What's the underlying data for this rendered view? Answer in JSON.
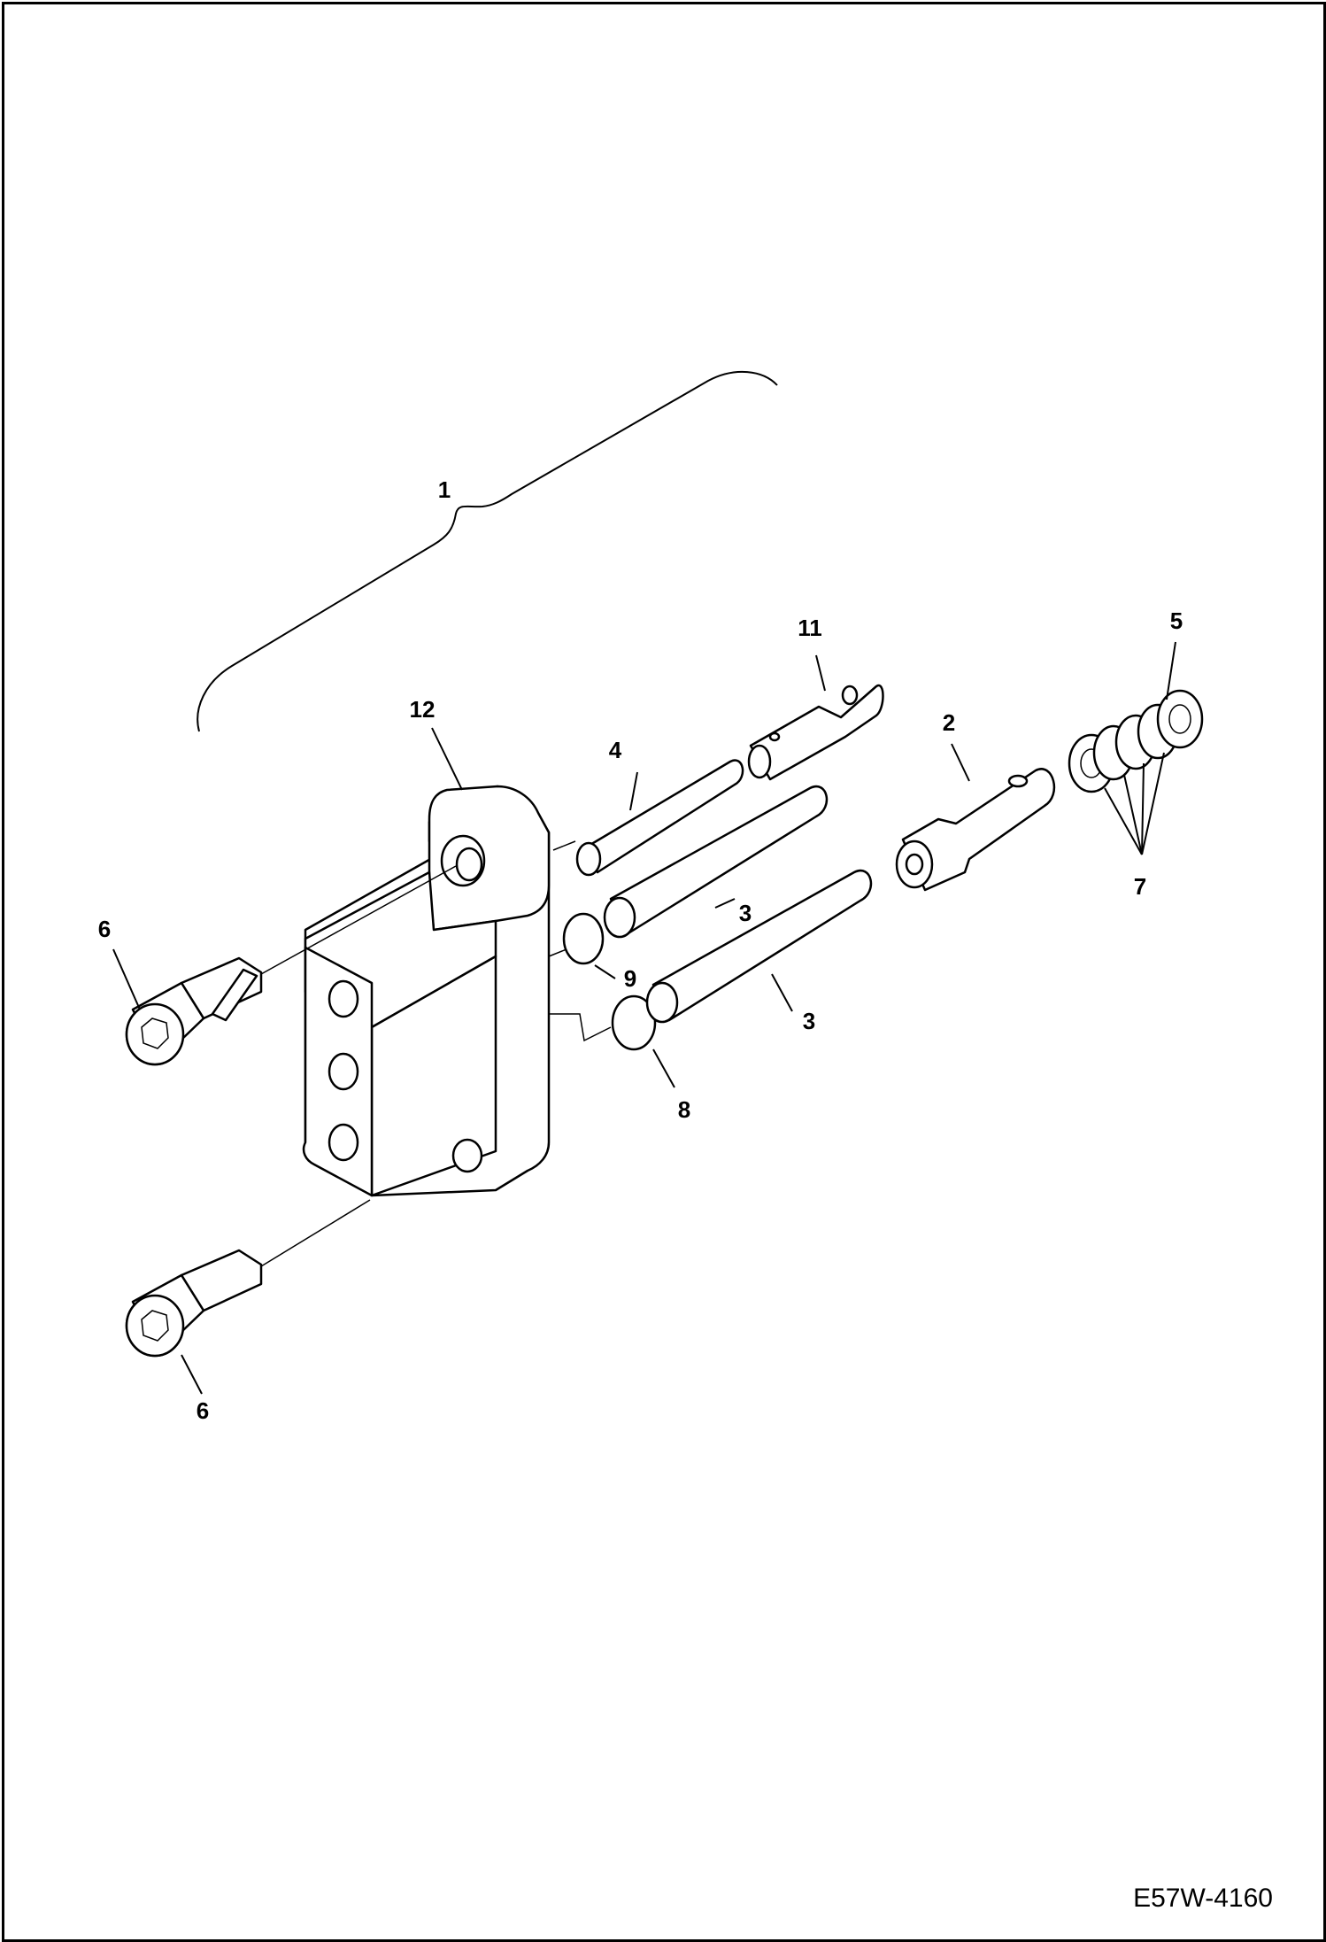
{
  "callouts": {
    "c1": "1",
    "c2": "2",
    "c3a": "3",
    "c3b": "3",
    "c4": "4",
    "c5": "5",
    "c6a": "6",
    "c6b": "6",
    "c7": "7",
    "c8": "8",
    "c9": "9",
    "c11": "11",
    "c12": "12"
  },
  "reference_code": "E57W-4160"
}
